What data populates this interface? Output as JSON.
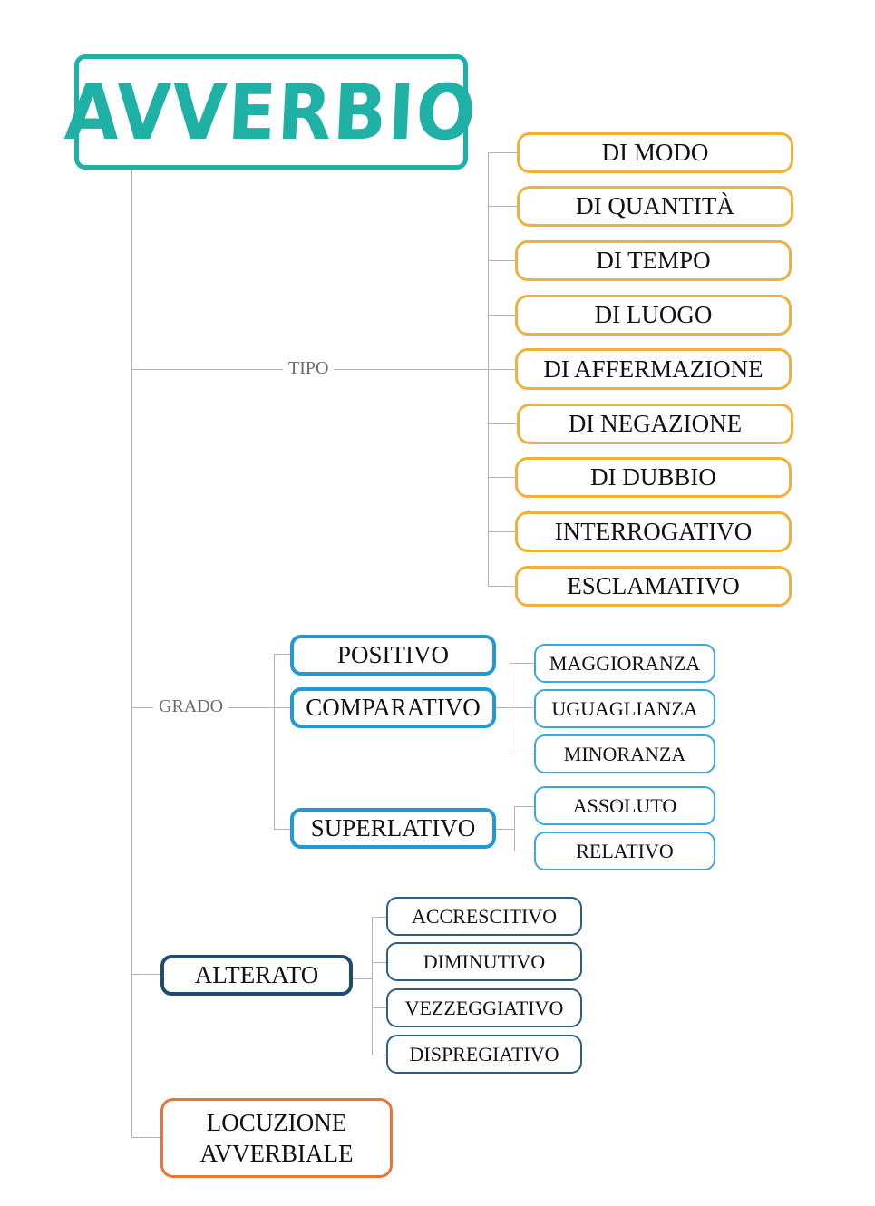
{
  "title": "AVVERBIO",
  "colors": {
    "title": "#1fb1a6",
    "tipo": "#f0b03c",
    "grado": "#1f9ad6",
    "alterato": "#1e4b73",
    "locuzione": "#e8743a",
    "connector": "#b3b3b3"
  },
  "branches": {
    "tipo": {
      "label": "TIPO",
      "items": [
        "DI MODO",
        "DI QUANTITÀ",
        "DI TEMPO",
        "DI LUOGO",
        "DI AFFERMAZIONE",
        "DI NEGAZIONE",
        "DI DUBBIO",
        "INTERROGATIVO",
        "ESCLAMATIVO"
      ]
    },
    "grado": {
      "label": "GRADO",
      "positivo": "POSITIVO",
      "comparativo": {
        "label": "COMPARATIVO",
        "items": [
          "MAGGIORANZA",
          "UGUAGLIANZA",
          "MINORANZA"
        ]
      },
      "superlativo": {
        "label": "SUPERLATIVO",
        "items": [
          "ASSOLUTO",
          "RELATIVO"
        ]
      }
    },
    "alterato": {
      "label": "ALTERATO",
      "items": [
        "ACCRESCITIVO",
        "DIMINUTIVO",
        "VEZZEGGIATIVO",
        "DISPREGIATIVO"
      ]
    },
    "locuzione": {
      "line1": "LOCUZIONE",
      "line2": "AVVERBIALE"
    }
  }
}
